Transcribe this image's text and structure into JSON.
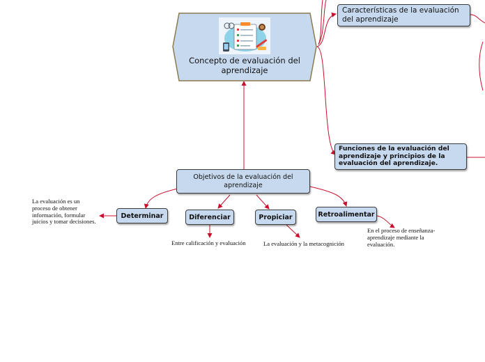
{
  "diagram": {
    "central": {
      "title": "Concepto de evaluación del aprendizaje",
      "image": "evaluation-clipboard-illustration"
    },
    "topics": [
      {
        "id": "caracteristicas",
        "label": "Características de la evaluación del aprendizaje"
      },
      {
        "id": "funciones",
        "label": "Funciones de la evaluación del aprendizaje y principios de la evaluación del aprendizaje."
      },
      {
        "id": "objetivos",
        "label": "Objetivos de la evaluación del aprendizaje"
      }
    ],
    "objetivos_children": [
      {
        "label": "Determinar",
        "note": "La evaluación es un proceso de obtener información, formular juicios y tomar decisiones."
      },
      {
        "label": "Diferenciar",
        "note": "Entre calificación y evaluación"
      },
      {
        "label": "Propiciar",
        "note": "La evaluación y la metacognición"
      },
      {
        "label": "Retroalimentar",
        "note": "En el proceso de enseñanza-aprendizaje mediante la evaluación."
      }
    ],
    "colors": {
      "node_fill": "#c6d9ef",
      "node_border": "#3b3b3b",
      "central_border": "#8c7a4e",
      "connector": "#c8102e"
    }
  }
}
